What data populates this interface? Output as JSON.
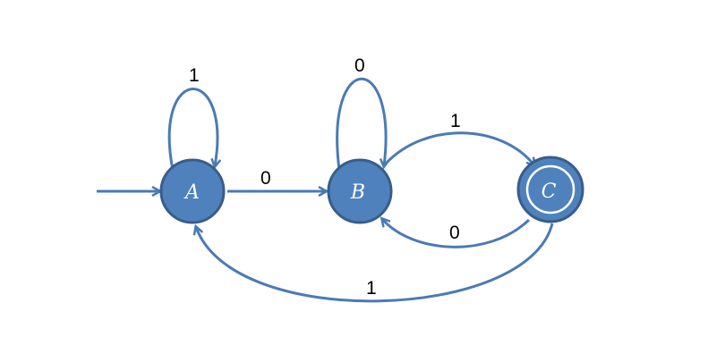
{
  "states": [
    {
      "id": "A",
      "label": "A",
      "initial": true,
      "accepting": false
    },
    {
      "id": "B",
      "label": "B",
      "initial": false,
      "accepting": false
    },
    {
      "id": "C",
      "label": "C",
      "initial": false,
      "accepting": true
    }
  ],
  "transitions": [
    {
      "from": "A",
      "to": "A",
      "symbol": "1"
    },
    {
      "from": "A",
      "to": "B",
      "symbol": "0"
    },
    {
      "from": "B",
      "to": "B",
      "symbol": "0"
    },
    {
      "from": "B",
      "to": "C",
      "symbol": "1"
    },
    {
      "from": "C",
      "to": "B",
      "symbol": "0"
    },
    {
      "from": "C",
      "to": "A",
      "symbol": "1"
    }
  ],
  "colors": {
    "node_fill": "#4f81bd",
    "node_border": "#385d8a",
    "edge": "#4a7ab5"
  }
}
